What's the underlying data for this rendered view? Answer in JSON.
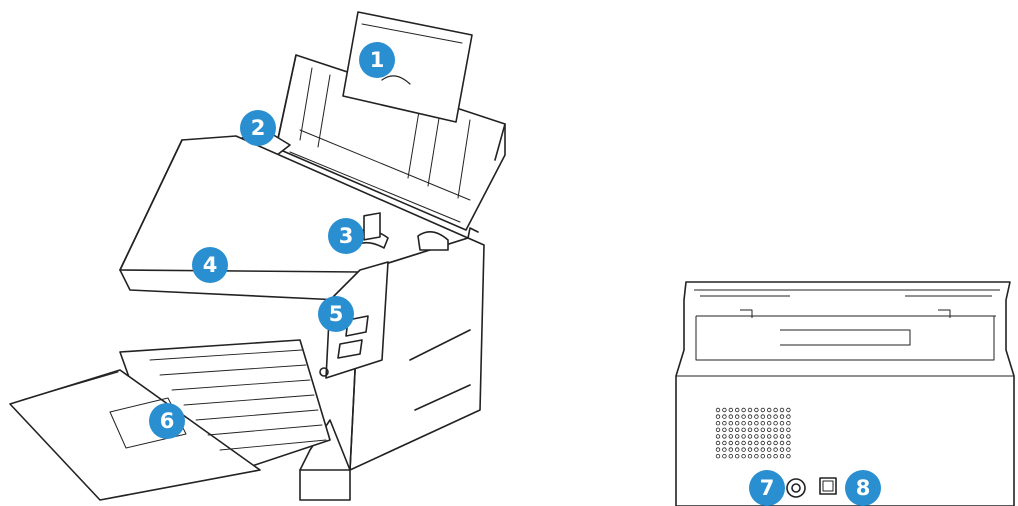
{
  "colors": {
    "callout": "#2a8fd0",
    "line": "#222222",
    "panel": "#ffffff",
    "shadow": "#e8e8e8"
  },
  "callouts": [
    {
      "id": "c1",
      "label": "1",
      "part": "input-tray-extension"
    },
    {
      "id": "c2",
      "label": "2",
      "part": "paper-guides"
    },
    {
      "id": "c3",
      "label": "3",
      "part": "adf-release-lever"
    },
    {
      "id": "c4",
      "label": "4",
      "part": "adf-cover"
    },
    {
      "id": "c5",
      "label": "5",
      "part": "control-panel"
    },
    {
      "id": "c6",
      "label": "6",
      "part": "output-tray"
    },
    {
      "id": "c7",
      "label": "7",
      "part": "power-port"
    },
    {
      "id": "c8",
      "label": "8",
      "part": "usb-port"
    }
  ]
}
